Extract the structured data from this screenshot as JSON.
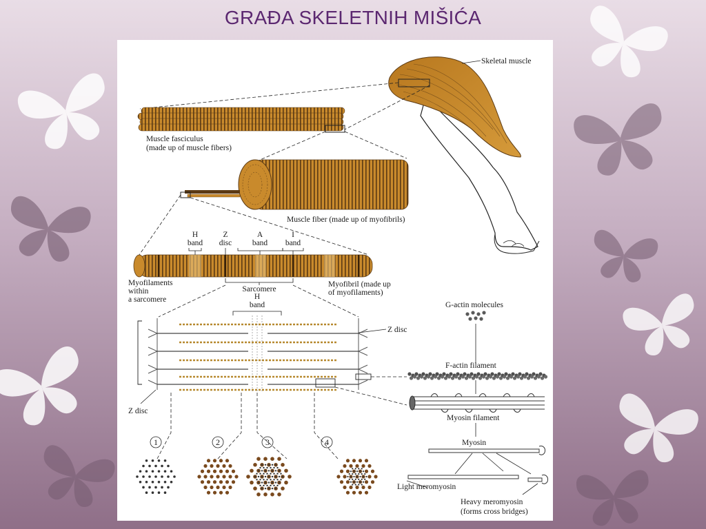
{
  "slide": {
    "title": "GRAĐA SKELETNIH MIŠIĆA",
    "colors": {
      "title": "#5b2770",
      "background": "#c9b6c6",
      "muscle": "#c98a2c",
      "muscle_dark": "#5b3a14"
    }
  },
  "diagram": {
    "labels": {
      "skeletal_muscle": "Skeletal muscle",
      "fasciculus_1": "Muscle fasciculus",
      "fasciculus_2": "(made up of muscle fibers)",
      "fiber": "Muscle fiber (made up of myofibrils)",
      "h_band_1": "H",
      "h_band_2": "band",
      "z_disc_1": "Z",
      "z_disc_2": "disc",
      "a_band_1": "A",
      "a_band_2": "band",
      "i_band_1": "I",
      "i_band_2": "band",
      "myofilaments_1": "Myofilaments",
      "myofilaments_2": "within",
      "myofilaments_3": "a sarcomere",
      "sarcomere": "Sarcomere",
      "myofibril_1": "Myofibril (made up",
      "myofibril_2": "of myofilaments)",
      "h_band_lower_1": "H",
      "h_band_lower_2": "band",
      "z_disc_right": "Z disc",
      "z_disc_left": "Z disc",
      "g_actin": "G-actin molecules",
      "f_actin": "F-actin filament",
      "myosin_filament": "Myosin filament",
      "myosin": "Myosin",
      "light_meromyosin": "Light meromyosin",
      "heavy_meromyosin_1": "Heavy meromyosin",
      "heavy_meromyosin_2": "(forms cross bridges)"
    },
    "cross_sections": [
      "1",
      "2",
      "3",
      "4"
    ]
  }
}
